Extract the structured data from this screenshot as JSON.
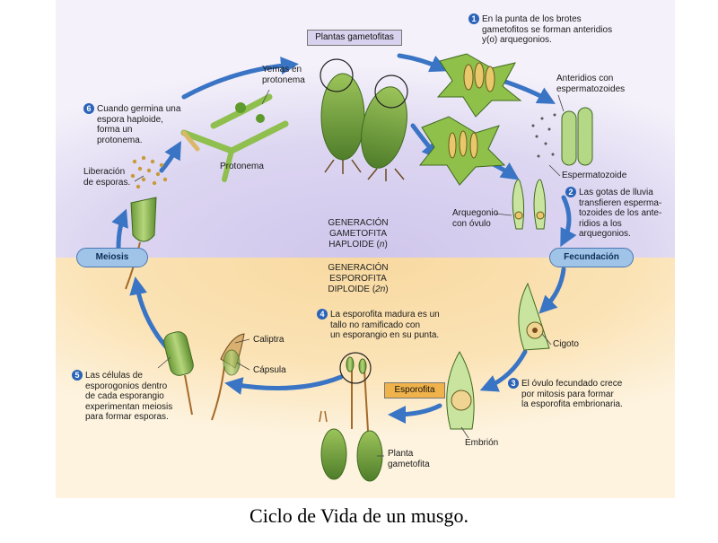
{
  "phases": {
    "haploid": [
      "GENERACIÓN",
      "GAMETOFITA",
      "HAPLOIDE (n)"
    ],
    "diploid": [
      "GENERACIÓN",
      "ESPOROFITA",
      "DIPLOIDE (2n)"
    ]
  },
  "events": {
    "meiosis": "Meiosis",
    "fecundacion": "Fecundación"
  },
  "boxes": {
    "plantas_gametofitas": "Plantas gametofitas",
    "esporofita": "Esporofita"
  },
  "steps": [
    {
      "n": "1",
      "lines": [
        "En la punta de los brotes",
        "gametofitos se forman anteridios",
        "y(o) arquegonios."
      ]
    },
    {
      "n": "2",
      "lines": [
        "Las gotas de lluvia",
        "transfieren esperma-",
        "tozoides de los ante-",
        "ridios a los",
        "arquegonios."
      ]
    },
    {
      "n": "3",
      "lines": [
        "El óvulo fecundado crece",
        "por mitosis para formar",
        "la esporofita embrionaria."
      ]
    },
    {
      "n": "4",
      "lines": [
        "La esporofita madura es un",
        "tallo no ramificado con",
        "un esporangio en su punta."
      ]
    },
    {
      "n": "5",
      "lines": [
        "Las células de",
        "esporogonios dentro",
        "de cada esporangio",
        "experimentan meiosis",
        "para formar esporas."
      ]
    },
    {
      "n": "6",
      "lines": [
        "Cuando germina una",
        "espora haploide,",
        "forma un",
        "protonema."
      ]
    }
  ],
  "labels": {
    "yemas": [
      "Yemas en",
      "protonema"
    ],
    "protonema": "Protonema",
    "liberacion": [
      "Liberación",
      "de esporas."
    ],
    "anteridios": [
      "Anteridios con",
      "espermatozoides"
    ],
    "espermatozoide": "Espermatozoide",
    "arquegonio": [
      "Arquegonio",
      "con óvulo"
    ],
    "cigoto": "Cigoto",
    "embrion": "Embrión",
    "caliptra": "Caliptra",
    "capsula": "Cápsula",
    "planta_gametofita": [
      "Planta",
      "gametofita"
    ]
  },
  "caption": "Ciclo de Vida de un musgo.",
  "colors": {
    "haploid_bg": "#ddd8f0",
    "diploid_bg": "#fbe3b6",
    "arrow": "#3a74c4",
    "pill_fill": "#9fc4e8",
    "plant_green": "#6f9c3a"
  }
}
